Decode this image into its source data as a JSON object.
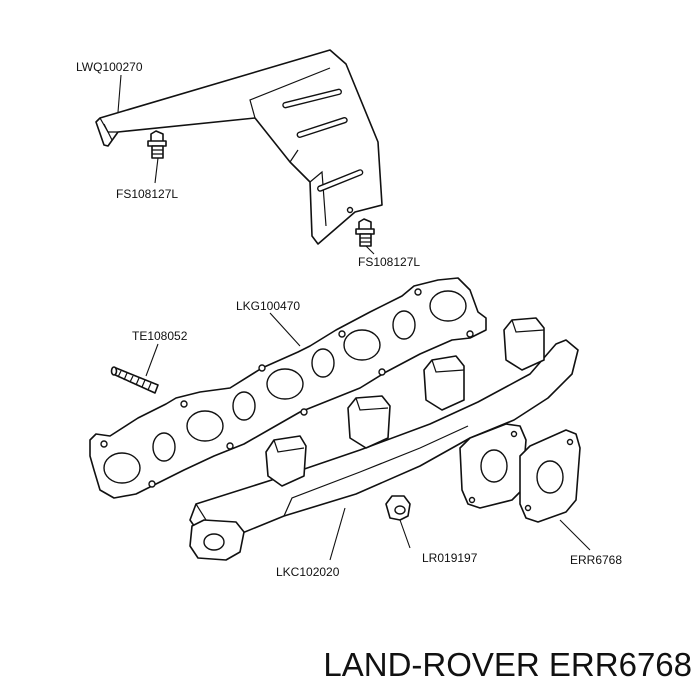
{
  "labels": {
    "heat_shield": "LWQ100270",
    "bolt_upper": "FS108127L",
    "bolt_lower": "FS108127L",
    "gasket": "LKG100470",
    "stud": "TE108052",
    "manifold": "LKC102020",
    "nut": "LR019197",
    "outlet_gasket": "ERR6768"
  },
  "footer": {
    "title": "LAND-ROVER ERR6768"
  }
}
